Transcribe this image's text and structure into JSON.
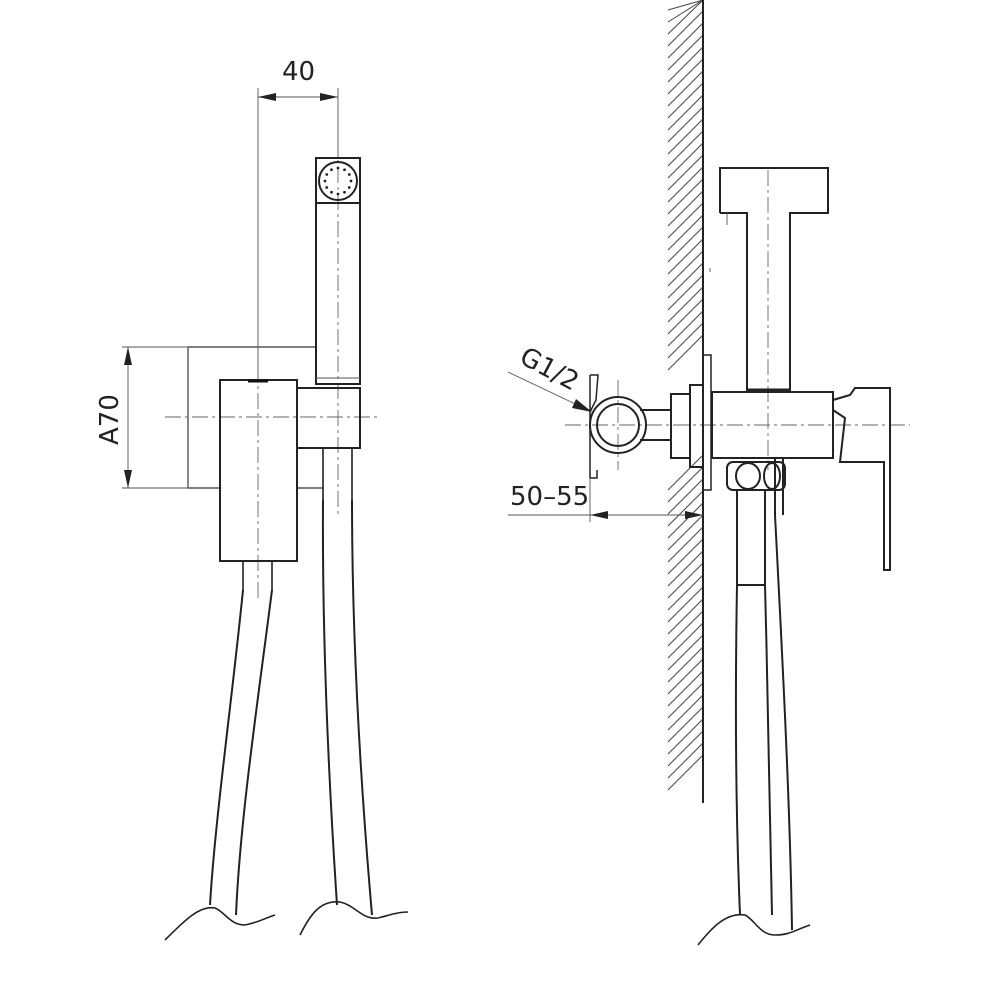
{
  "dimensions": {
    "width_label": "40",
    "height_label": "A70",
    "thread_label": "G1/2",
    "depth_label": "50–55"
  },
  "colors": {
    "line": "#222222",
    "background": "#ffffff"
  }
}
